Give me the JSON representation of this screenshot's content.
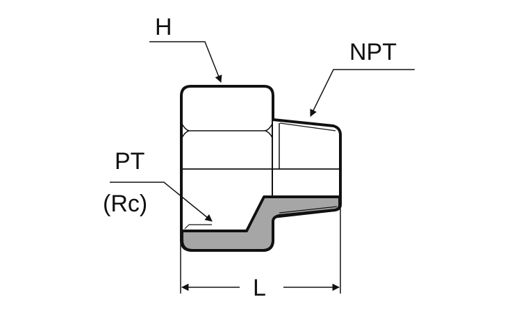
{
  "labels": {
    "hex": "H",
    "npt": "NPT",
    "pt": "PT",
    "rc": "(Rc)",
    "length": "L"
  },
  "colors": {
    "stroke": "#111111",
    "section_fill": "#a6a6a6"
  }
}
